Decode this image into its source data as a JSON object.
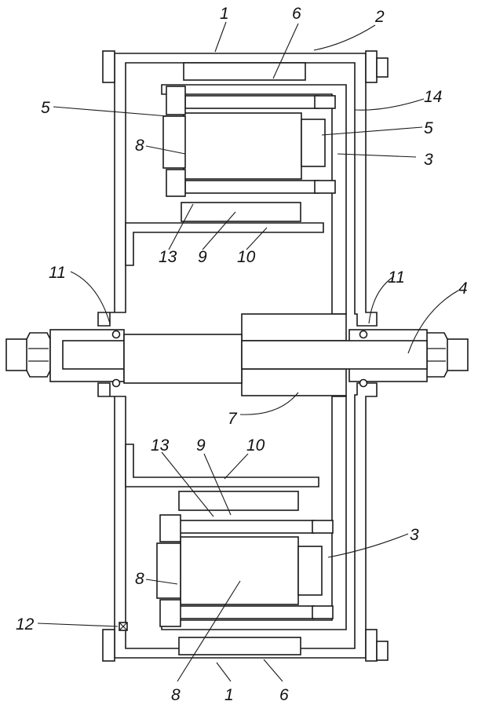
{
  "callouts": {
    "top_1": "1",
    "top_6": "6",
    "top_2": "2",
    "top_14": "14",
    "upper_5_left": "5",
    "upper_5_right": "5",
    "upper_8": "8",
    "upper_3": "3",
    "upper_13": "13",
    "upper_9": "9",
    "upper_10": "10",
    "left_11": "11",
    "right_11": "11",
    "right_4": "4",
    "center_7": "7",
    "lower_13": "13",
    "lower_9": "9",
    "lower_10": "10",
    "lower_3": "3",
    "lower_8": "8",
    "left_12": "12",
    "bottom_8": "8",
    "bottom_1": "1",
    "bottom_6": "6"
  }
}
